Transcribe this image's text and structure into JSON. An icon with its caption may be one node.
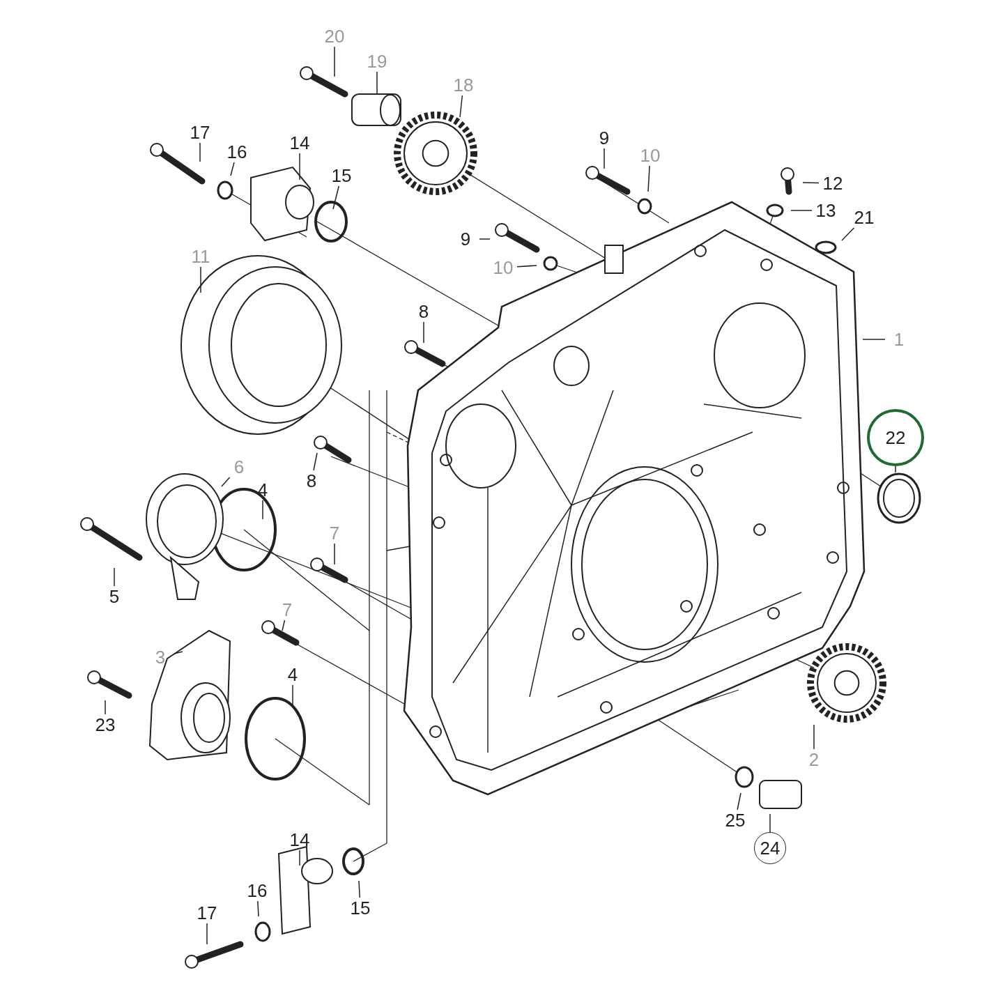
{
  "diagram": {
    "nodes": [
      {
        "text": [
          "20"
        ]
      },
      {
        "text": [
          "19"
        ]
      },
      {
        "text": [
          "18"
        ]
      },
      {
        "text": [
          "17"
        ]
      },
      {
        "text": [
          "16"
        ]
      },
      {
        "text": [
          "14"
        ]
      },
      {
        "text": [
          "15"
        ]
      },
      {
        "text": [
          "9"
        ]
      },
      {
        "text": [
          "10"
        ]
      },
      {
        "text": [
          "12"
        ]
      },
      {
        "text": [
          "13"
        ]
      },
      {
        "text": [
          "21"
        ]
      },
      {
        "text": [
          "9"
        ]
      },
      {
        "text": [
          "10"
        ]
      },
      {
        "text": [
          "11"
        ]
      },
      {
        "text": [
          "8"
        ]
      },
      {
        "text": [
          "1"
        ]
      },
      {
        "text": [
          "22"
        ]
      },
      {
        "text": [
          "6"
        ]
      },
      {
        "text": [
          "4"
        ]
      },
      {
        "text": [
          "8"
        ]
      },
      {
        "text": [
          "5"
        ]
      },
      {
        "text": [
          "7"
        ]
      },
      {
        "text": [
          "7"
        ]
      },
      {
        "text": [
          "3"
        ]
      },
      {
        "text": [
          "4"
        ]
      },
      {
        "text": [
          "23"
        ]
      },
      {
        "text": [
          "2"
        ]
      },
      {
        "text": [
          "25"
        ]
      },
      {
        "text": [
          "24"
        ]
      },
      {
        "text": [
          "14"
        ]
      },
      {
        "text": [
          "16"
        ]
      },
      {
        "text": [
          "15"
        ]
      },
      {
        "text": [
          "17"
        ]
      }
    ],
    "edges": [
      {
        "from": 0,
        "to": null,
        "arrow": "none"
      },
      {
        "from": 1,
        "to": null,
        "arrow": "none"
      },
      {
        "from": 2,
        "to": null,
        "arrow": "none"
      },
      {
        "from": 3,
        "to": null,
        "arrow": "none"
      },
      {
        "from": 4,
        "to": null,
        "arrow": "none"
      },
      {
        "from": 5,
        "to": null,
        "arrow": "none"
      },
      {
        "from": 6,
        "to": null,
        "arrow": "none"
      },
      {
        "from": 7,
        "to": null,
        "arrow": "none"
      },
      {
        "from": 8,
        "to": null,
        "arrow": "none"
      },
      {
        "from": 9,
        "to": null,
        "arrow": "none"
      },
      {
        "from": 10,
        "to": null,
        "arrow": "none"
      },
      {
        "from": 11,
        "to": null,
        "arrow": "none"
      },
      {
        "from": 12,
        "to": null,
        "arrow": "none"
      },
      {
        "from": 13,
        "to": null,
        "arrow": "none"
      },
      {
        "from": 14,
        "to": null,
        "arrow": "none"
      },
      {
        "from": 15,
        "to": null,
        "arrow": "none"
      },
      {
        "from": 16,
        "to": null,
        "arrow": "none"
      },
      {
        "from": 17,
        "to": null,
        "arrow": "none"
      },
      {
        "from": 18,
        "to": null,
        "arrow": "none"
      },
      {
        "from": 19,
        "to": null,
        "arrow": "none"
      },
      {
        "from": 20,
        "to": null,
        "arrow": "none"
      },
      {
        "from": 21,
        "to": null,
        "arrow": "none"
      },
      {
        "from": 22,
        "to": null,
        "arrow": "none"
      },
      {
        "from": 23,
        "to": null,
        "arrow": "none"
      },
      {
        "from": 24,
        "to": null,
        "arrow": "none"
      },
      {
        "from": 25,
        "to": null,
        "arrow": "none"
      },
      {
        "from": 26,
        "to": null,
        "arrow": "none"
      },
      {
        "from": 27,
        "to": null,
        "arrow": "none"
      },
      {
        "from": 28,
        "to": null,
        "arrow": "none"
      },
      {
        "from": 29,
        "to": null,
        "arrow": "none"
      },
      {
        "from": 30,
        "to": null,
        "arrow": "none"
      },
      {
        "from": 31,
        "to": null,
        "arrow": "none"
      },
      {
        "from": 32,
        "to": null,
        "arrow": "none"
      },
      {
        "from": 33,
        "to": null,
        "arrow": "none"
      }
    ]
  }
}
